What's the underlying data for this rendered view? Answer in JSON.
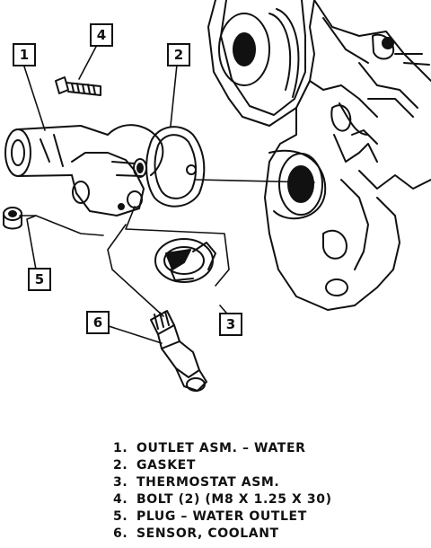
{
  "callouts": [
    {
      "id": "1"
    },
    {
      "id": "2"
    },
    {
      "id": "3"
    },
    {
      "id": "4"
    },
    {
      "id": "5"
    },
    {
      "id": "6"
    }
  ],
  "legend": [
    {
      "num": "1.",
      "text": "OUTLET ASM. – WATER"
    },
    {
      "num": "2.",
      "text": "GASKET"
    },
    {
      "num": "3.",
      "text": "THERMOSTAT ASM."
    },
    {
      "num": "4.",
      "text": "BOLT (2) (M8 X 1.25 X 30)"
    },
    {
      "num": "5.",
      "text": "PLUG – WATER OUTLET"
    },
    {
      "num": "6.",
      "text": "SENSOR, COOLANT"
    }
  ]
}
